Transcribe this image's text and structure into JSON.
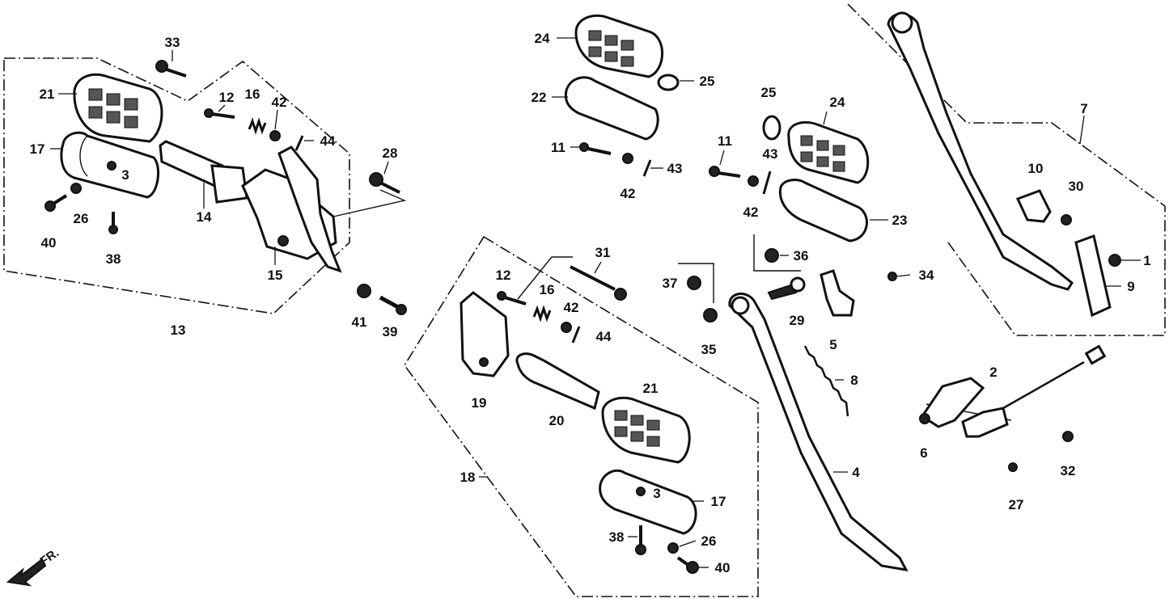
{
  "front_marker": "FR.",
  "callouts": [
    {
      "id": "c33a",
      "text": "33"
    },
    {
      "id": "c21a",
      "text": "21"
    },
    {
      "id": "c12a",
      "text": "12"
    },
    {
      "id": "c16a",
      "text": "16"
    },
    {
      "id": "c42a",
      "text": "42"
    },
    {
      "id": "c44a",
      "text": "44"
    },
    {
      "id": "c17a",
      "text": "17"
    },
    {
      "id": "c3a",
      "text": "3"
    },
    {
      "id": "c28",
      "text": "28"
    },
    {
      "id": "c40a",
      "text": "40"
    },
    {
      "id": "c26a",
      "text": "26"
    },
    {
      "id": "c14",
      "text": "14"
    },
    {
      "id": "c38a",
      "text": "38"
    },
    {
      "id": "c15",
      "text": "15"
    },
    {
      "id": "c13",
      "text": "13"
    },
    {
      "id": "c41",
      "text": "41"
    },
    {
      "id": "c39",
      "text": "39"
    },
    {
      "id": "c24a",
      "text": "24"
    },
    {
      "id": "c25a",
      "text": "25"
    },
    {
      "id": "c22",
      "text": "22"
    },
    {
      "id": "c11a",
      "text": "11"
    },
    {
      "id": "c43a",
      "text": "43"
    },
    {
      "id": "c42b",
      "text": "42"
    },
    {
      "id": "c25b",
      "text": "25"
    },
    {
      "id": "c24b",
      "text": "24"
    },
    {
      "id": "c11b",
      "text": "11"
    },
    {
      "id": "c43b",
      "text": "43"
    },
    {
      "id": "c42c",
      "text": "42"
    },
    {
      "id": "c23",
      "text": "23"
    },
    {
      "id": "c36",
      "text": "36"
    },
    {
      "id": "c31",
      "text": "31"
    },
    {
      "id": "c12b",
      "text": "12"
    },
    {
      "id": "c16b",
      "text": "16"
    },
    {
      "id": "c42d",
      "text": "42"
    },
    {
      "id": "c44b",
      "text": "44"
    },
    {
      "id": "c37",
      "text": "37"
    },
    {
      "id": "c35",
      "text": "35"
    },
    {
      "id": "c19",
      "text": "19"
    },
    {
      "id": "c20",
      "text": "20"
    },
    {
      "id": "c21b",
      "text": "21"
    },
    {
      "id": "c18",
      "text": "18"
    },
    {
      "id": "c3b",
      "text": "3"
    },
    {
      "id": "c17b",
      "text": "17"
    },
    {
      "id": "c38b",
      "text": "38"
    },
    {
      "id": "c26b",
      "text": "26"
    },
    {
      "id": "c40b",
      "text": "40"
    },
    {
      "id": "c34",
      "text": "34"
    },
    {
      "id": "c29",
      "text": "29"
    },
    {
      "id": "c5",
      "text": "5"
    },
    {
      "id": "c8",
      "text": "8"
    },
    {
      "id": "c4",
      "text": "4"
    },
    {
      "id": "c7",
      "text": "7"
    },
    {
      "id": "c10",
      "text": "10"
    },
    {
      "id": "c30",
      "text": "30"
    },
    {
      "id": "c1",
      "text": "1"
    },
    {
      "id": "c9",
      "text": "9"
    },
    {
      "id": "c2",
      "text": "2"
    },
    {
      "id": "c6",
      "text": "6"
    },
    {
      "id": "c32",
      "text": "32"
    },
    {
      "id": "c27",
      "text": "27"
    }
  ]
}
